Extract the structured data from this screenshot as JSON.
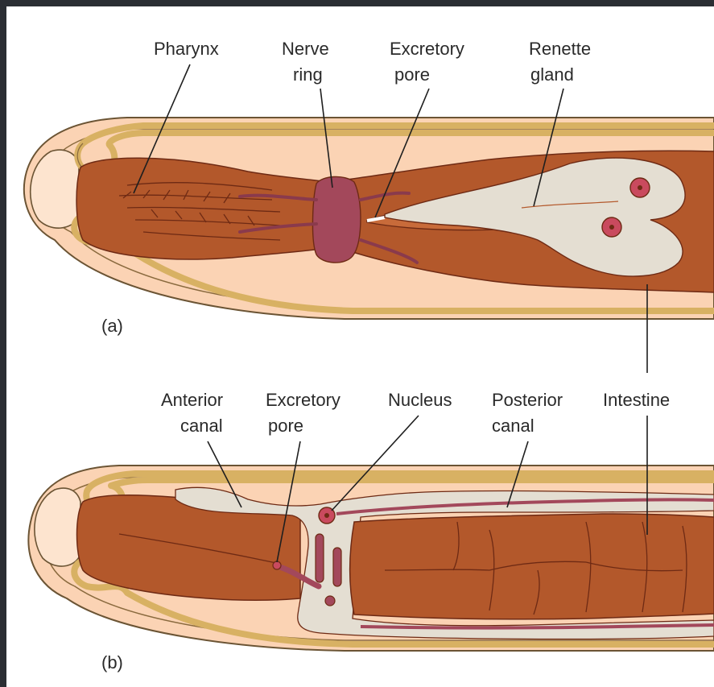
{
  "panels": [
    {
      "id": "a",
      "tag": "(a)",
      "labels": [
        {
          "key": "pharynx",
          "lines": [
            "Pharynx"
          ]
        },
        {
          "key": "nerve_ring",
          "lines": [
            "Nerve",
            "ring"
          ]
        },
        {
          "key": "excretory_pore",
          "lines": [
            "Excretory",
            "pore"
          ]
        },
        {
          "key": "renette_gland",
          "lines": [
            "Renette",
            "gland"
          ]
        }
      ]
    },
    {
      "id": "b",
      "tag": "(b)",
      "labels": [
        {
          "key": "anterior_canal",
          "lines": [
            "Anterior",
            "canal"
          ]
        },
        {
          "key": "excretory_pore",
          "lines": [
            "Excretory",
            "pore"
          ]
        },
        {
          "key": "nucleus",
          "lines": [
            "Nucleus"
          ]
        },
        {
          "key": "posterior_canal",
          "lines": [
            "Posterior",
            "canal"
          ]
        },
        {
          "key": "intestine",
          "lines": [
            "Intestine"
          ]
        }
      ]
    }
  ],
  "colors": {
    "body_fill": "#fbd3b4",
    "cuticle_outline": "#8a6a3e",
    "amphid_canal": "#d8b163",
    "tissue": "#b3582b",
    "tissue_dark": "#6e2a14",
    "nerve_ring": "#a3485b",
    "gland": "#e4ded2",
    "background": "#2b2e33"
  }
}
